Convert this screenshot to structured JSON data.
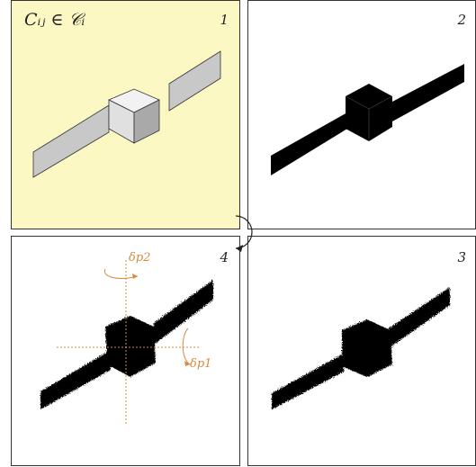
{
  "panels": [
    {
      "number": "1",
      "formula": "Cᵢⱼ ∈ 𝒞ᵢ"
    },
    {
      "number": "2"
    },
    {
      "number": "3"
    },
    {
      "number": "4",
      "labels": {
        "dp2": "δp2",
        "dp1": "δp1"
      }
    }
  ],
  "colors": {
    "highlight_bg": "#fbf8c4",
    "accent": "#d98a3a",
    "solid": "#000000"
  },
  "icons": [
    "rotation-arrow-icon"
  ]
}
